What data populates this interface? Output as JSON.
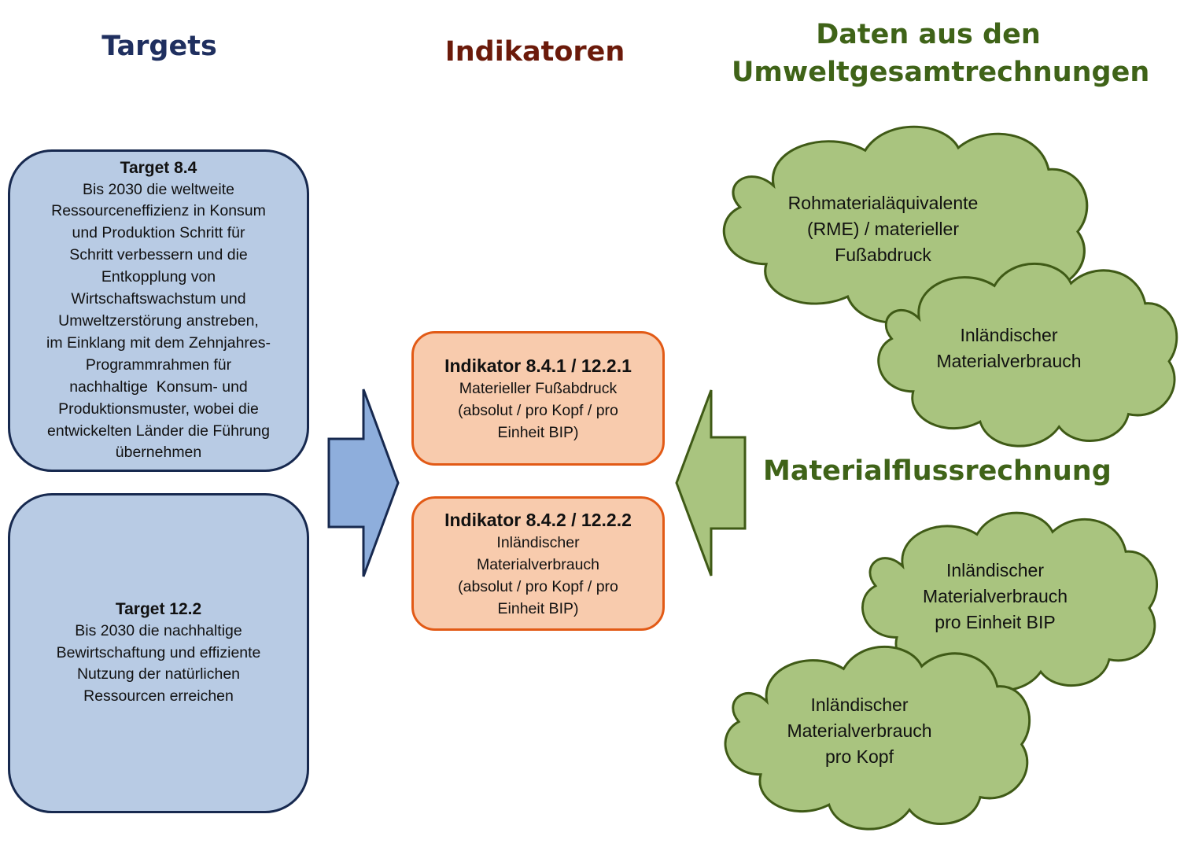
{
  "headings": {
    "targets": "Targets",
    "indikatoren": "Indikatoren",
    "daten_line1": "Daten aus den",
    "daten_line2": "Umweltgesamtrechnungen",
    "materialfluss": "Materialflussrechnung"
  },
  "targets": [
    {
      "title": "Target 8.4",
      "lines": [
        "Bis 2030 die weltweite",
        "Ressourceneffizienz in Konsum",
        "und Produktion Schritt für",
        "Schritt verbessern und die",
        "Entkopplung von",
        "Wirtschaftswachstum und",
        "Umweltzerstörung anstreben,",
        "im Einklang mit dem Zehnjahres-",
        "Programmrahmen für",
        "nachhaltige  Konsum- und",
        "Produktionsmuster, wobei die",
        "entwickelten Länder die Führung",
        "übernehmen"
      ]
    },
    {
      "title": "Target 12.2",
      "lines": [
        "Bis 2030 die nachhaltige",
        "Bewirtschaftung und effiziente",
        "Nutzung der natürlichen",
        "Ressourcen erreichen"
      ]
    }
  ],
  "indicators": [
    {
      "title": "Indikator 8.4.1 / 12.2.1",
      "lines": [
        "Materieller Fußabdruck",
        "(absolut / pro Kopf / pro",
        "Einheit BIP)"
      ]
    },
    {
      "title": "Indikator 8.4.2 / 12.2.2",
      "lines": [
        "Inländischer",
        "Materialverbrauch",
        "(absolut / pro Kopf / pro",
        "Einheit BIP)"
      ]
    }
  ],
  "clouds": [
    {
      "lines": [
        "Rohmaterialäquivalente",
        "(RME) / materieller",
        "Fußabdruck"
      ]
    },
    {
      "lines": [
        "Inländischer",
        "Materialverbrauch"
      ]
    },
    {
      "lines": [
        "Inländischer",
        "Materialverbrauch",
        "pro Einheit BIP"
      ]
    },
    {
      "lines": [
        "Inländischer",
        "Materialverbrauch",
        "pro Kopf"
      ]
    }
  ],
  "colors": {
    "target_fill": "#b8cbe4",
    "target_border": "#17294f",
    "indicator_fill": "#f8cbad",
    "indicator_border": "#e25a16",
    "cloud_fill": "#a9c47f",
    "cloud_border": "#3f5a16",
    "arrow_blue_fill": "#8eaedc",
    "arrow_green_fill": "#a9c47f"
  }
}
